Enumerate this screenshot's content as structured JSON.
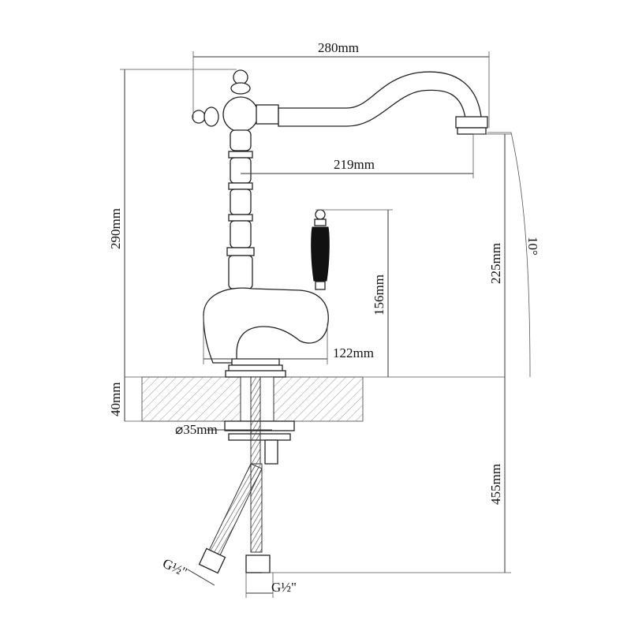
{
  "dimensions": {
    "width": "280mm",
    "spout_reach": "219mm",
    "total_height": "290mm",
    "spout_height": "225mm",
    "handle_height": "156mm",
    "base_length": "122mm",
    "deck_thickness": "40mm",
    "hole_diameter": "⌀35mm",
    "hose_length": "455mm",
    "angle": "10°",
    "thread_left": "G½\"",
    "thread_right": "G½\""
  },
  "colors": {
    "line": "#333333",
    "handle": "#111111",
    "deck_hatch": "#888888"
  }
}
